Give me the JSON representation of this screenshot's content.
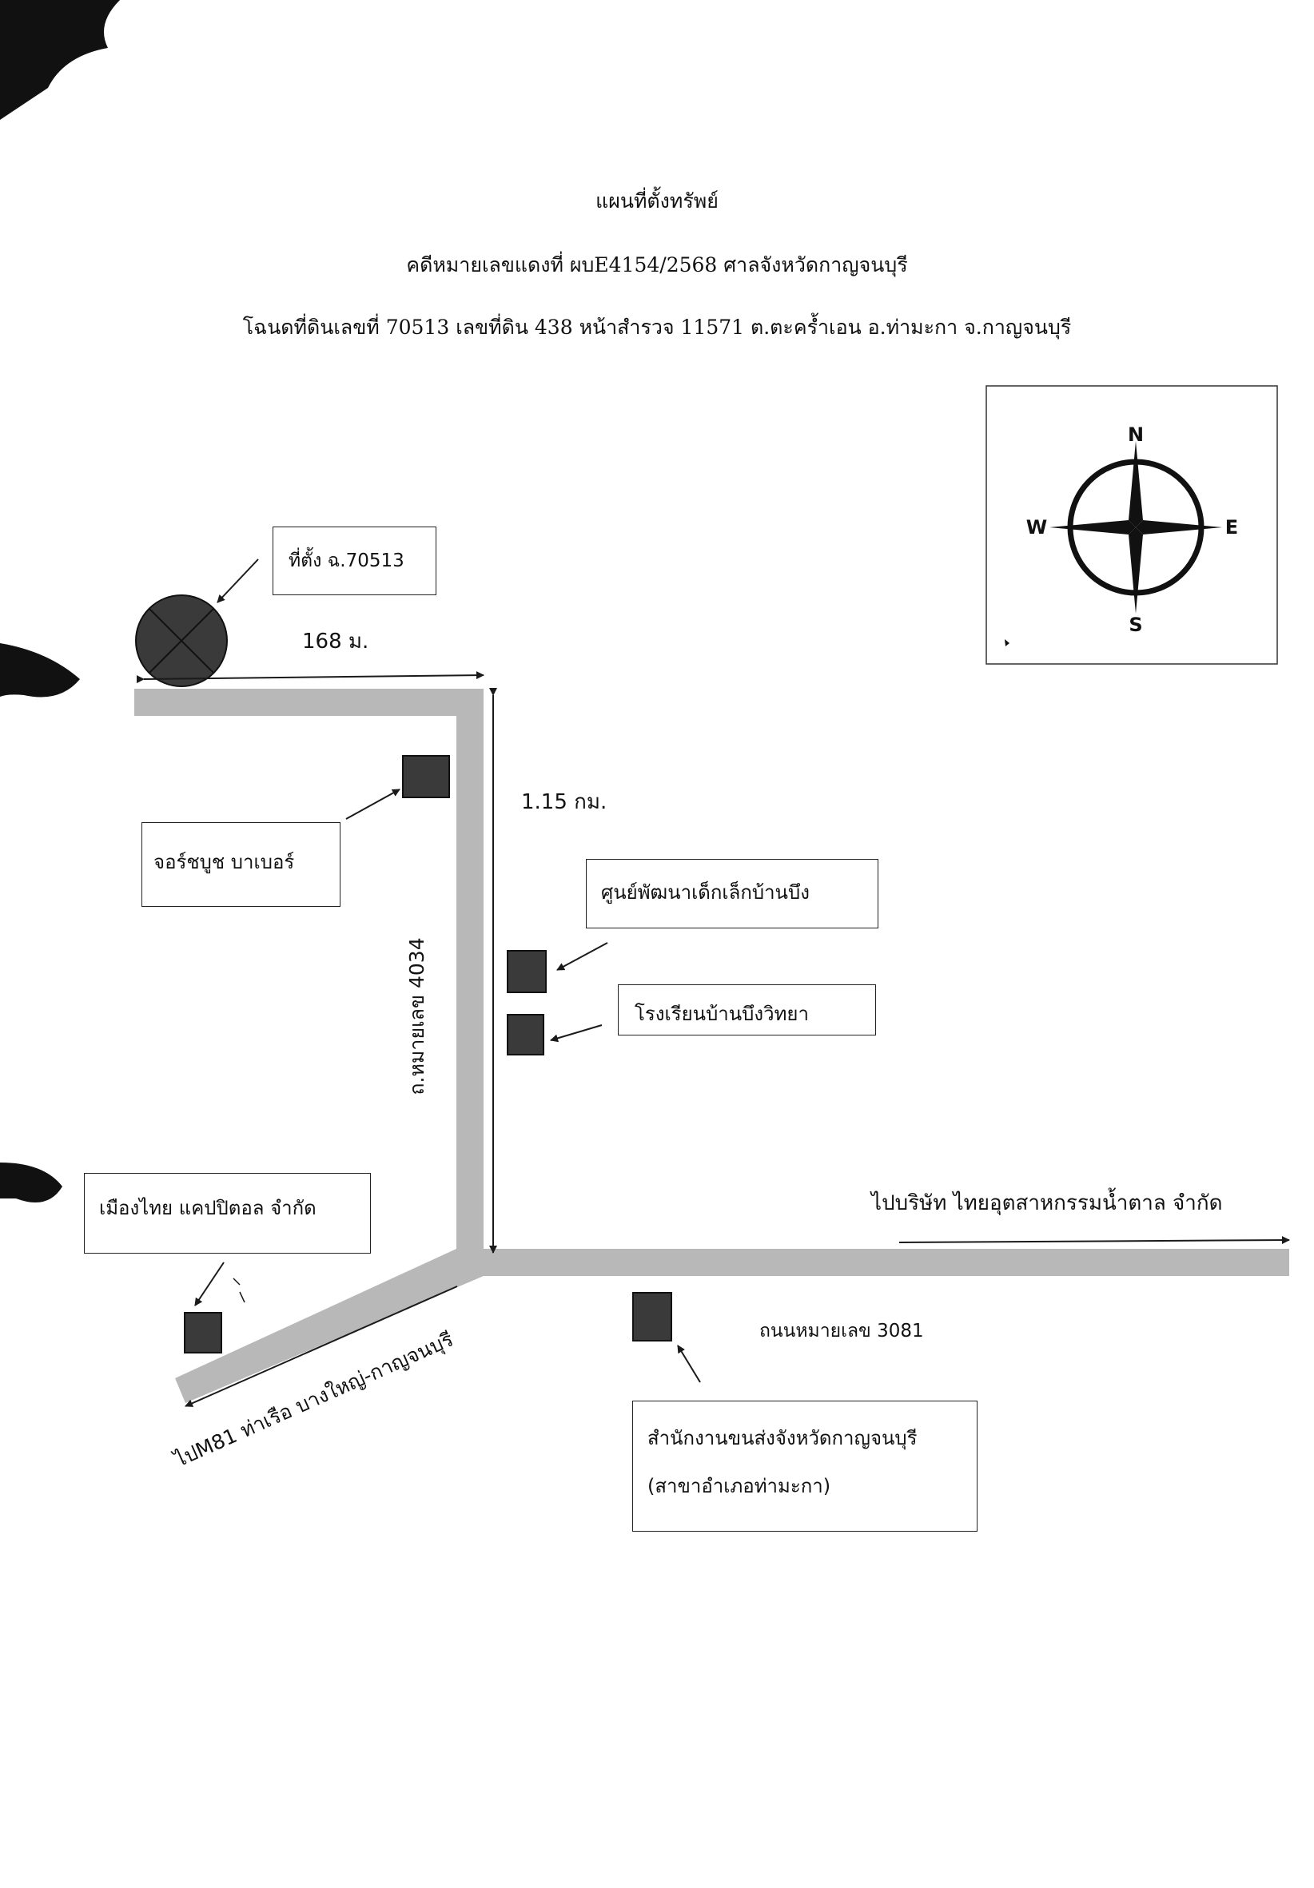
{
  "header": {
    "title": "แผนที่ตั้งทรัพย์",
    "case_line": "คดีหมายเลขแดงที่ ผบE4154/2568 ศาลจังหวัดกาญจนบุรี",
    "deed_line": "โฉนดที่ดินเลขที่ 70513 เลขที่ดิน 438 หน้าสำรวจ 11571 ต.ตะคร้ำเอน อ.ท่ามะกา จ.กาญจนบุรี"
  },
  "compass": {
    "n": "N",
    "e": "E",
    "s": "S",
    "w": "W"
  },
  "labels": {
    "site": "ที่ตั้ง ฉ.70513",
    "dist_168": "168 ม.",
    "dist_115": "1.15 กม.",
    "george_boots": "จอร์ชบูช บาเบอร์",
    "child_center": "ศูนย์พัฒนาเด็กเล็กบ้านบึง",
    "school": "โรงเรียนบ้านบึงวิทยา",
    "road_4034": "ถ.หมายเลข 4034",
    "mueang_thai": "เมืองไทย แคปปิตอล จำกัด",
    "to_sugar": "ไปบริษัท  ไทยอุตสาหกรรมน้ำตาล จำกัด",
    "road_3081": "ถนนหมายเลข 3081",
    "to_m81": "ไปM81 ท่าเรือ บางใหญ่-กาญจนบุรี",
    "transport_office_1": "สำนักงานขนส่งจังหวัดกาญจนบุรี",
    "transport_office_2": "(สาขาอำเภอท่ามะกา)"
  },
  "colors": {
    "road": "#b8b8b8",
    "building": "#3a3a3a",
    "ink": "#1a1a1a"
  }
}
